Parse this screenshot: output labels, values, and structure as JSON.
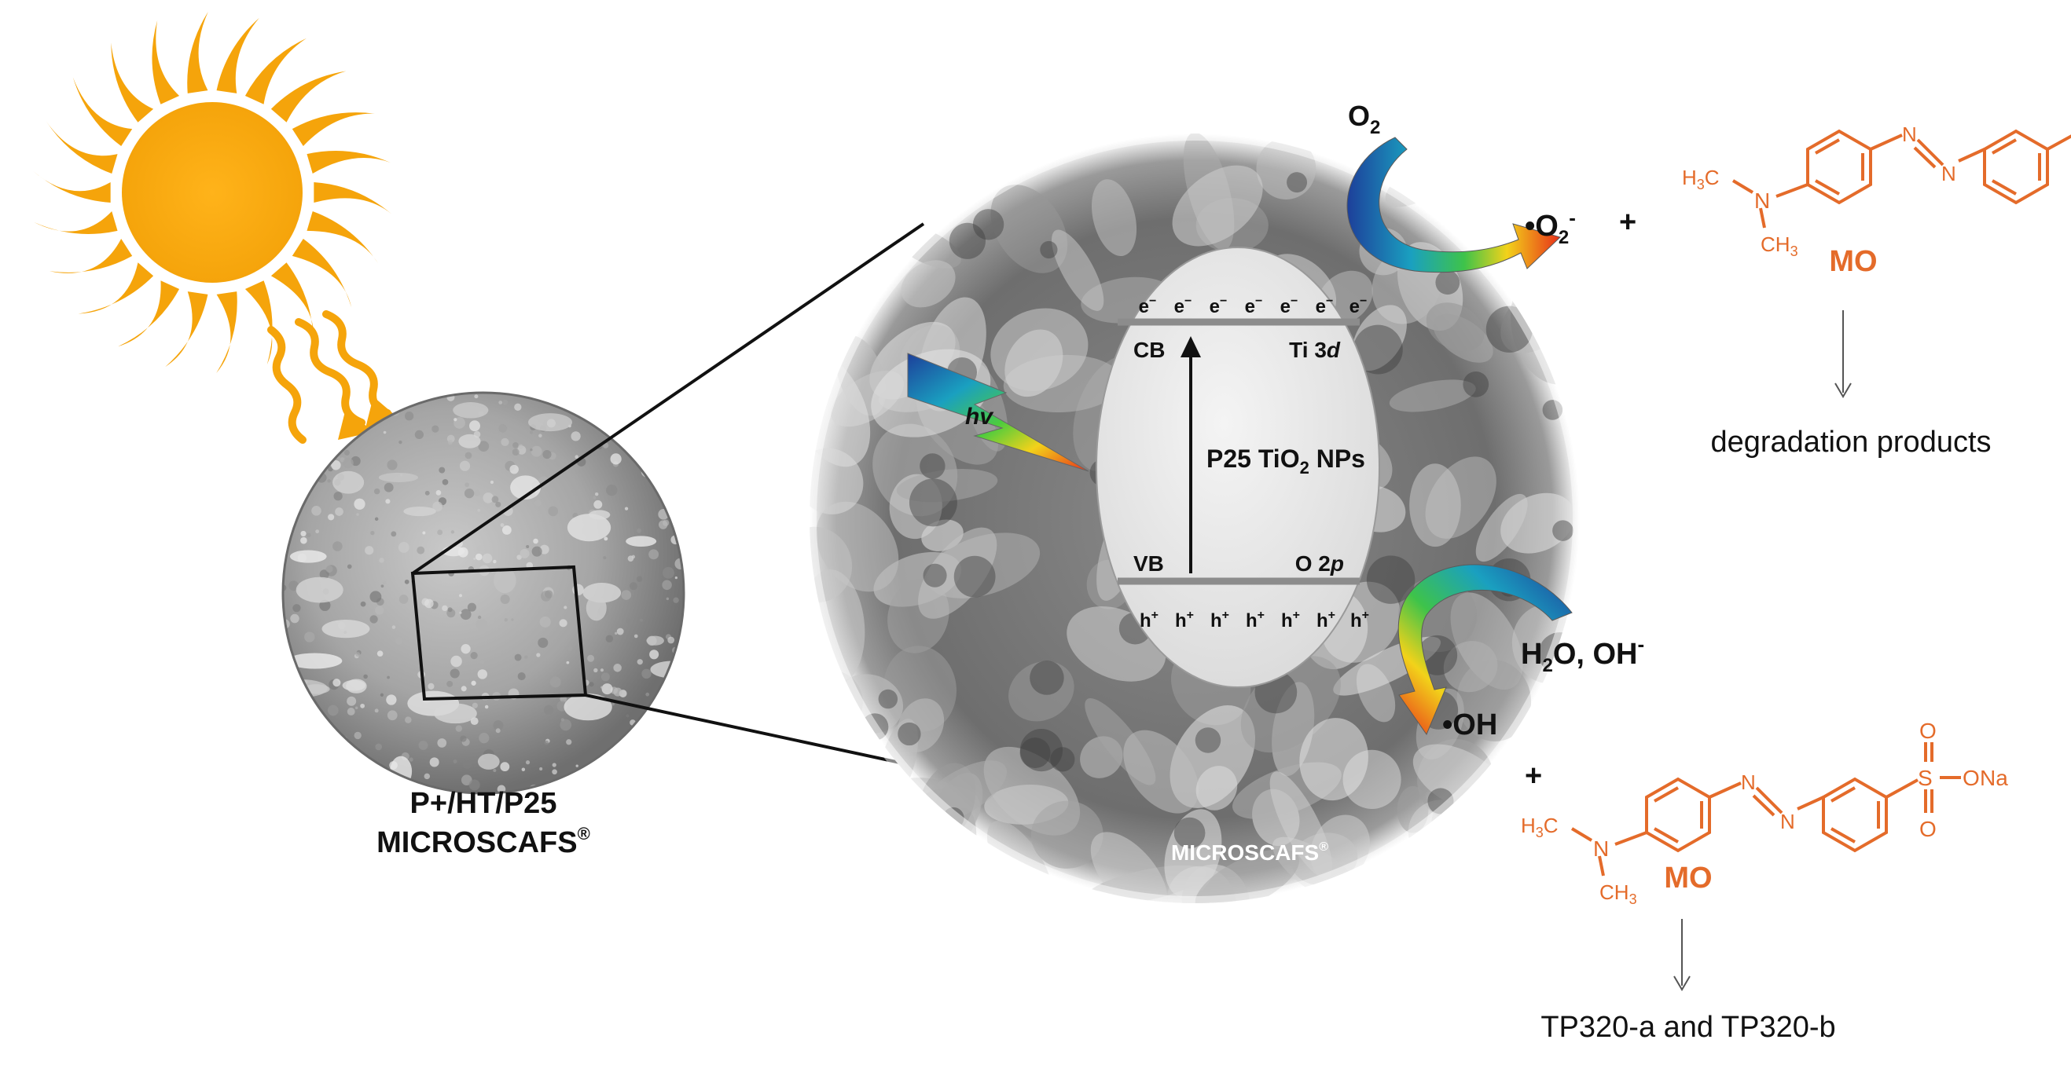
{
  "colors": {
    "sun": "#f5a40b",
    "molecule": "#e46b2a",
    "text": "#111111",
    "band_line": "#8c8c8c"
  },
  "left": {
    "sample_line1": "P+/HT/P25",
    "sample_line2": "MICROSCAFS",
    "sample_reg": "®"
  },
  "center": {
    "scaffold_label": "MICROSCAFS",
    "scaffold_reg": "®",
    "hv_label": "hv",
    "cb_label": "CB",
    "ti_label_prefix": "Ti 3",
    "ti_label_orbital": "d",
    "vb_label": "VB",
    "o_label_prefix": "O 2",
    "o_label_orbital": "p",
    "np_prefix": "P25 TiO",
    "np_sub": "2",
    "np_suffix": " NPs",
    "electron": "e",
    "electron_charge": "−",
    "hole": "h",
    "hole_charge": "+"
  },
  "right_top": {
    "o2_base": "O",
    "o2_sub": "2",
    "superoxide_base": "•O",
    "superoxide_sub": "2",
    "superoxide_charge": "-",
    "plus": "+",
    "mo_label": "MO",
    "product": "degradation products"
  },
  "right_bottom": {
    "water_base": "H",
    "water_sub": "2",
    "water_rest": "O, OH",
    "water_charge": "-",
    "hydroxyl": "•OH",
    "plus": "+",
    "mo_label": "MO",
    "product": "TP320-a and TP320-b"
  },
  "molecule": {
    "so3na_s": "S",
    "so3na_o_top": "O",
    "so3na_o_bottom": "O",
    "so3na_tail": "O",
    "so3na_na": "Na",
    "n_azo_1": "N",
    "n_azo_2": "N",
    "n_amine": "N",
    "h3c_h": "H",
    "h3c_sub": "3",
    "h3c_c": "C",
    "ch3_ch": "CH",
    "ch3_sub": "3"
  }
}
